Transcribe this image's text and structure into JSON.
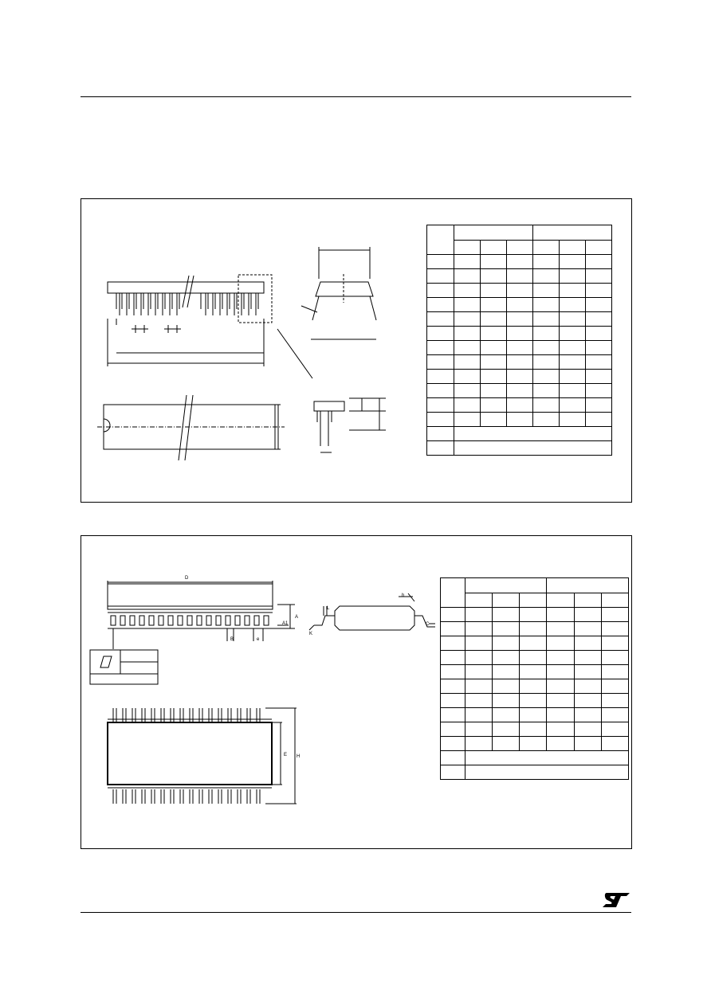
{
  "drawing1": {
    "label": ""
  },
  "drawing2": {
    "labels": {
      "D": "D",
      "A": "A",
      "A1": "A1",
      "B": "B",
      "e": "e",
      "E": "E",
      "H": "H",
      "L": "L",
      "C": "C",
      "K": "K",
      "h": "h"
    }
  },
  "brand": {
    "logo": "ST-logo"
  }
}
